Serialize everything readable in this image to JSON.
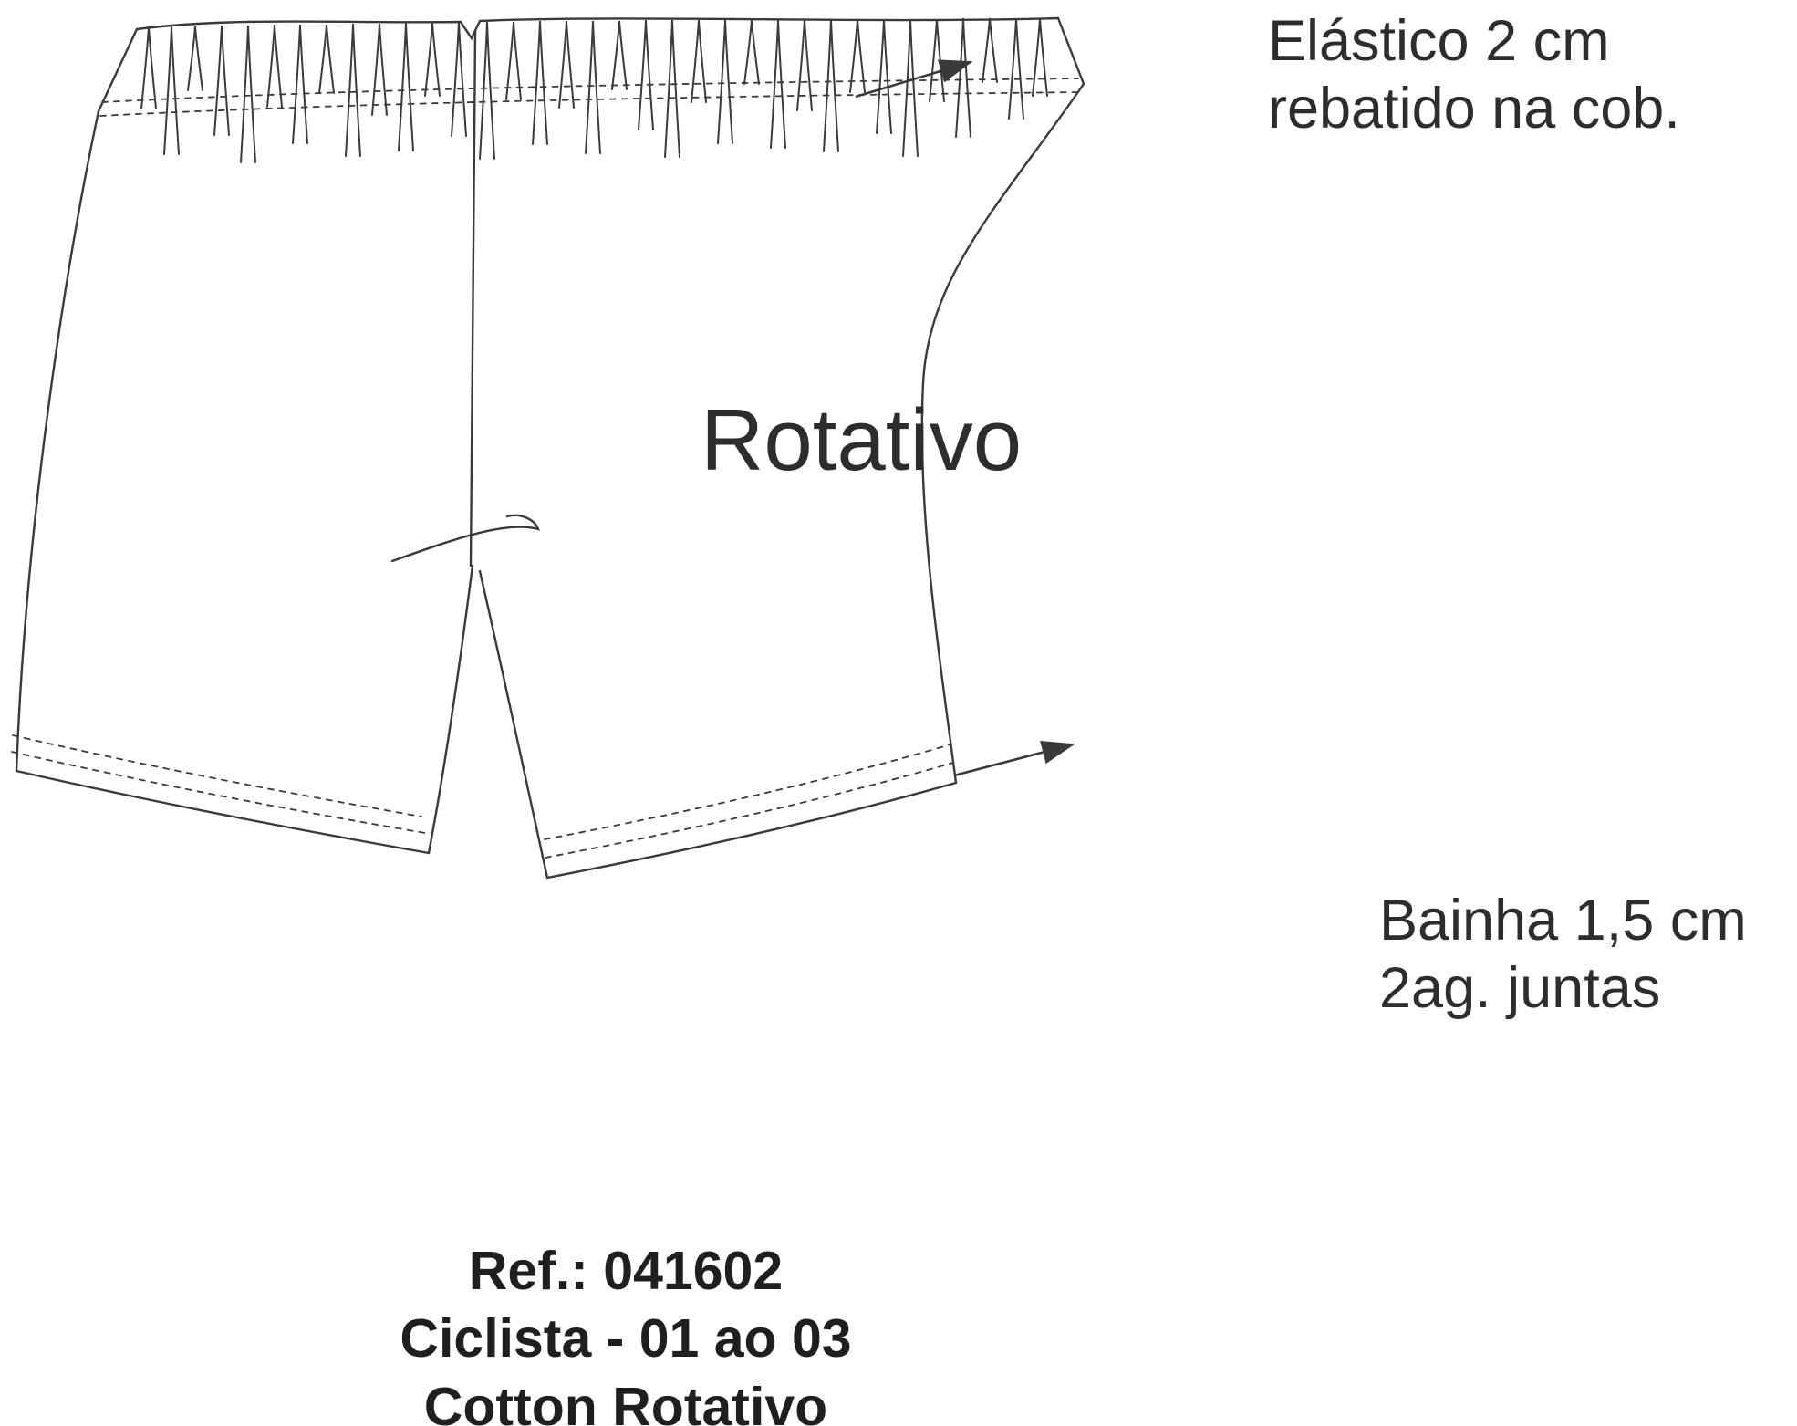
{
  "drawing": {
    "garment_label": "Rotativo",
    "annotation_elastic": {
      "line1": "Elástico 2 cm",
      "line2": "rebatido na cob."
    },
    "annotation_hem": {
      "line1": "Bainha 1,5 cm",
      "line2": "2ag. juntas"
    },
    "footer": {
      "line1": "Ref.: 041602",
      "line2": "Ciclista - 01 ao 03",
      "line3": "Cotton Rotativo"
    },
    "colors": {
      "line": "#3a3a3a",
      "text": "#2d2d2d",
      "background": "#ffffff"
    }
  }
}
